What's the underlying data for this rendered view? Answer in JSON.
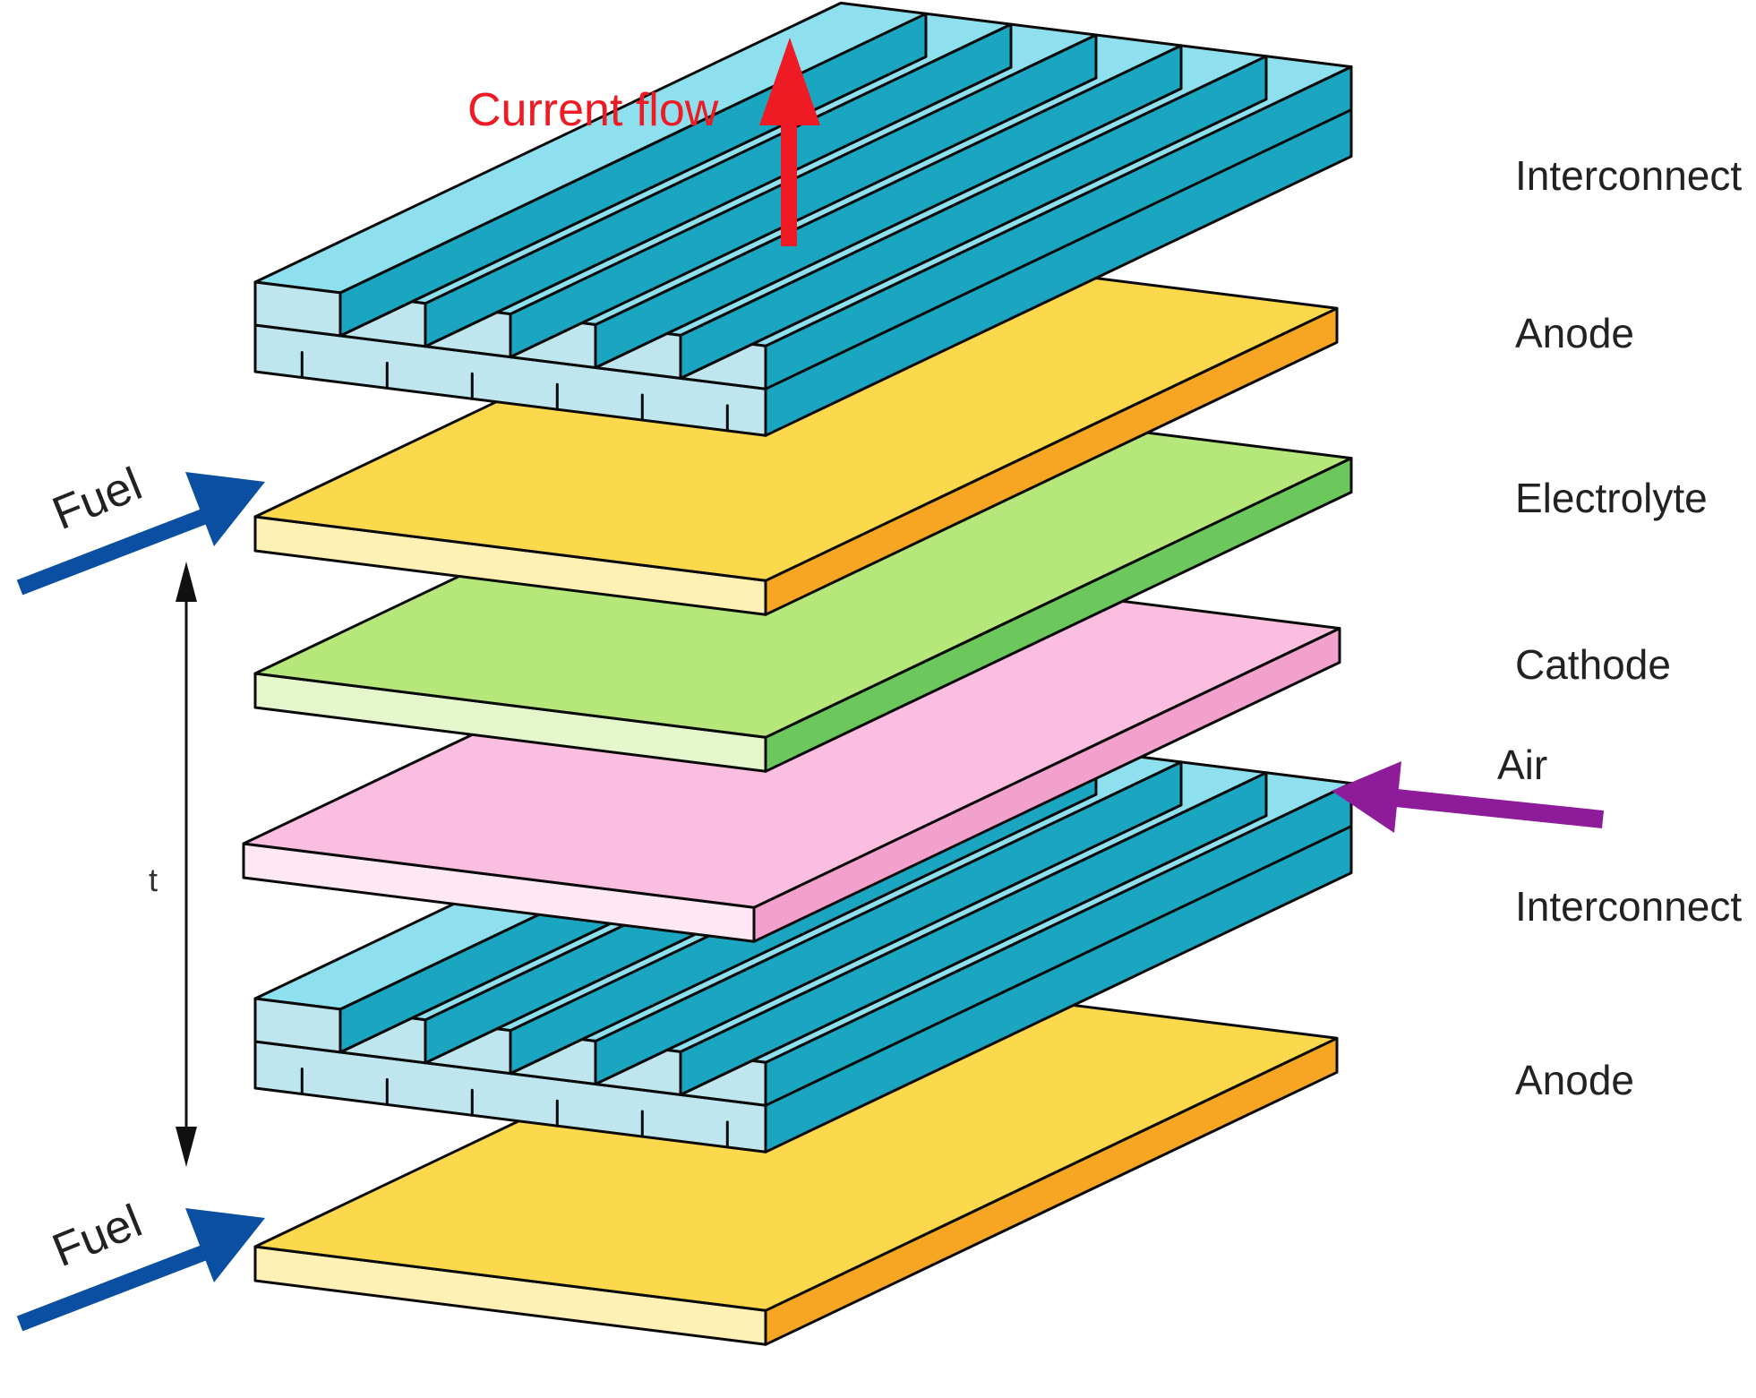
{
  "labels": {
    "interconnect_top": "Interconnect",
    "anode_top": "Anode",
    "electrolyte": "Electrolyte",
    "cathode": "Cathode",
    "air": "Air",
    "interconnect_bottom": "Interconnect",
    "anode_bottom": "Anode",
    "current_flow": "Current flow",
    "fuel_top": "Fuel",
    "fuel_bottom": "Fuel",
    "thickness": "t"
  },
  "colors": {
    "interconnect_top": "#8fe0ef",
    "interconnect_front": "#bfe5ef",
    "interconnect_side": "#1aa6c0",
    "anode_top": "#fcd84d",
    "anode_front": "#fff1b5",
    "anode_side": "#f6a623",
    "electrolyte_top": "#b5e77a",
    "electrolyte_front": "#e6f6cc",
    "electrolyte_side": "#6cc75c",
    "cathode_top": "#fbbde0",
    "cathode_front": "#ffe8f4",
    "cathode_side": "#f2a0cc",
    "fuel_arrow": "#0b4fa3",
    "air_arrow": "#8e1b9a",
    "current_arrow": "#ee1b24",
    "outline": "#0a0a0a"
  }
}
